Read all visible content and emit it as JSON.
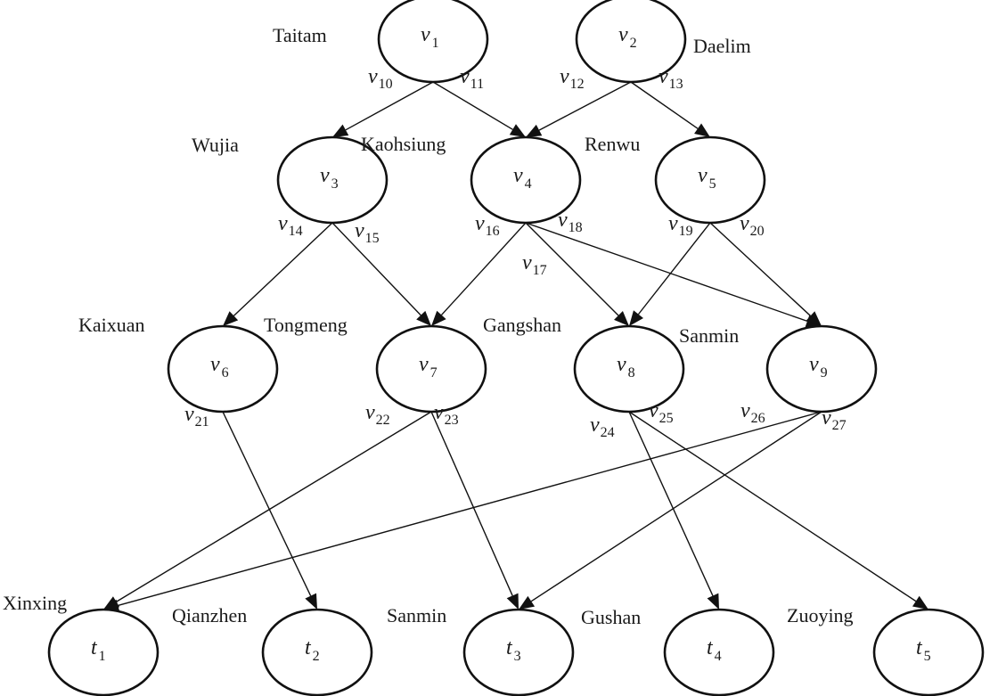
{
  "diagram": {
    "type": "directed-graph",
    "nodes": [
      {
        "id": "v1",
        "var": "v",
        "sub": "1",
        "place": "Taitam"
      },
      {
        "id": "v2",
        "var": "v",
        "sub": "2",
        "place": "Daelim"
      },
      {
        "id": "v3",
        "var": "v",
        "sub": "3",
        "place": "Wujia"
      },
      {
        "id": "v4",
        "var": "v",
        "sub": "4",
        "place": "Kaohsiung"
      },
      {
        "id": "v5",
        "var": "v",
        "sub": "5",
        "place": "Renwu"
      },
      {
        "id": "v6",
        "var": "v",
        "sub": "6",
        "place": "Kaixuan"
      },
      {
        "id": "v7",
        "var": "v",
        "sub": "7",
        "place": "Tongmeng"
      },
      {
        "id": "v8",
        "var": "v",
        "sub": "8",
        "place": "Gangshan"
      },
      {
        "id": "v9",
        "var": "v",
        "sub": "9",
        "place": "Sanmin"
      },
      {
        "id": "t1",
        "var": "t",
        "sub": "1",
        "place": "Xinxing"
      },
      {
        "id": "t2",
        "var": "t",
        "sub": "2",
        "place": "Qianzhen"
      },
      {
        "id": "t3",
        "var": "t",
        "sub": "3",
        "place": "Sanmin"
      },
      {
        "id": "t4",
        "var": "t",
        "sub": "4",
        "place": "Gushan"
      },
      {
        "id": "t5",
        "var": "t",
        "sub": "5",
        "place": "Zuoying"
      }
    ],
    "edges": [
      {
        "from": "v1",
        "to": "v3",
        "var": "v",
        "sub": "10"
      },
      {
        "from": "v1",
        "to": "v4",
        "var": "v",
        "sub": "11"
      },
      {
        "from": "v2",
        "to": "v4",
        "var": "v",
        "sub": "12"
      },
      {
        "from": "v2",
        "to": "v5",
        "var": "v",
        "sub": "13"
      },
      {
        "from": "v3",
        "to": "v6",
        "var": "v",
        "sub": "14"
      },
      {
        "from": "v3",
        "to": "v7",
        "var": "v",
        "sub": "15"
      },
      {
        "from": "v4",
        "to": "v7",
        "var": "v",
        "sub": "16"
      },
      {
        "from": "v4",
        "to": "v8",
        "var": "v",
        "sub": "17"
      },
      {
        "from": "v4",
        "to": "v9",
        "var": "v",
        "sub": "18"
      },
      {
        "from": "v5",
        "to": "v8",
        "var": "v",
        "sub": "19"
      },
      {
        "from": "v5",
        "to": "v9",
        "var": "v",
        "sub": "20"
      },
      {
        "from": "v6",
        "to": "t2",
        "var": "v",
        "sub": "21"
      },
      {
        "from": "v7",
        "to": "t1",
        "var": "v",
        "sub": "22"
      },
      {
        "from": "v7",
        "to": "t3",
        "var": "v",
        "sub": "23"
      },
      {
        "from": "v8",
        "to": "t4",
        "var": "v",
        "sub": "24"
      },
      {
        "from": "v8",
        "to": "t5",
        "var": "v",
        "sub": "25"
      },
      {
        "from": "v9",
        "to": "t1",
        "var": "v",
        "sub": "26"
      },
      {
        "from": "v9",
        "to": "t3",
        "var": "v",
        "sub": "27"
      }
    ]
  }
}
